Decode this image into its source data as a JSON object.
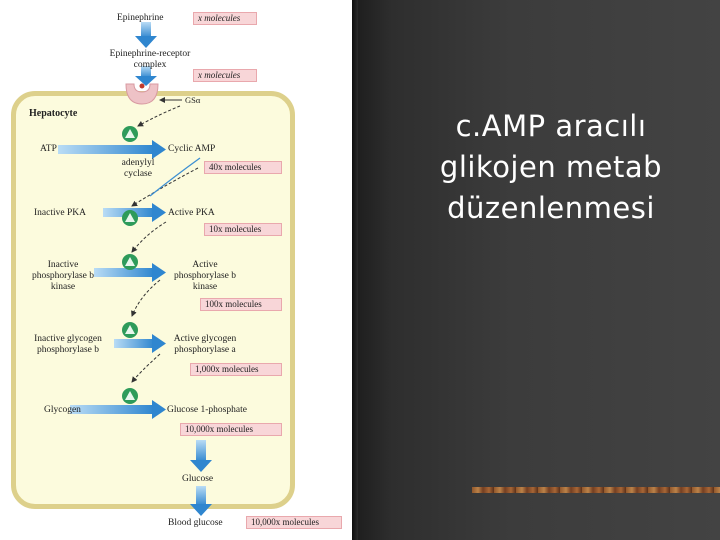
{
  "slide": {
    "title_lines": [
      "c.AMP aracılı",
      "glikojen metab",
      "düzenlenmesi"
    ]
  },
  "diagram": {
    "epinephrine": "Epinephrine",
    "epinephrine_count": "x molecules",
    "receptor_complex_line1": "Epinephrine-receptor",
    "receptor_complex_line2": "complex",
    "receptor_count": "x molecules",
    "g_protein": "GSα",
    "hepatocyte": "Hepatocyte",
    "atp": "ATP",
    "cyclic_amp": "Cyclic AMP",
    "adenylyl_cyclase_line1": "adenylyl",
    "adenylyl_cyclase_line2": "cyclase",
    "camp_count": "40x molecules",
    "inactive_pka": "Inactive PKA",
    "active_pka": "Active PKA",
    "pka_count": "10x molecules",
    "inactive_kinase_line1": "Inactive",
    "inactive_kinase_line2": "phosphorylase b",
    "inactive_kinase_line3": "kinase",
    "active_kinase_line1": "Active",
    "active_kinase_line2": "phosphorylase b",
    "active_kinase_line3": "kinase",
    "kinase_count": "100x molecules",
    "inactive_gp_line1": "Inactive glycogen",
    "inactive_gp_line2": "phosphorylase b",
    "active_gp_line1": "Active glycogen",
    "active_gp_line2": "phosphorylase a",
    "gp_count": "1,000x molecules",
    "glycogen": "Glycogen",
    "glucose_1p": "Glucose 1-phosphate",
    "g1p_count": "10,000x molecules",
    "glucose": "Glucose",
    "blood_glucose": "Blood glucose",
    "blood_count": "10,000x molecules"
  },
  "colors": {
    "arrow_blue": "#3d8fd2",
    "hepatocyte_border": "#ddd08b",
    "hepatocyte_fill": "#fcfbdd",
    "molecule_box": "#f8d6d8",
    "enzyme_green": "#2e9b5a",
    "receptor_pink": "#eec2c6",
    "title_text": "#ffffff",
    "panel_dark": "#3a3a3a"
  }
}
